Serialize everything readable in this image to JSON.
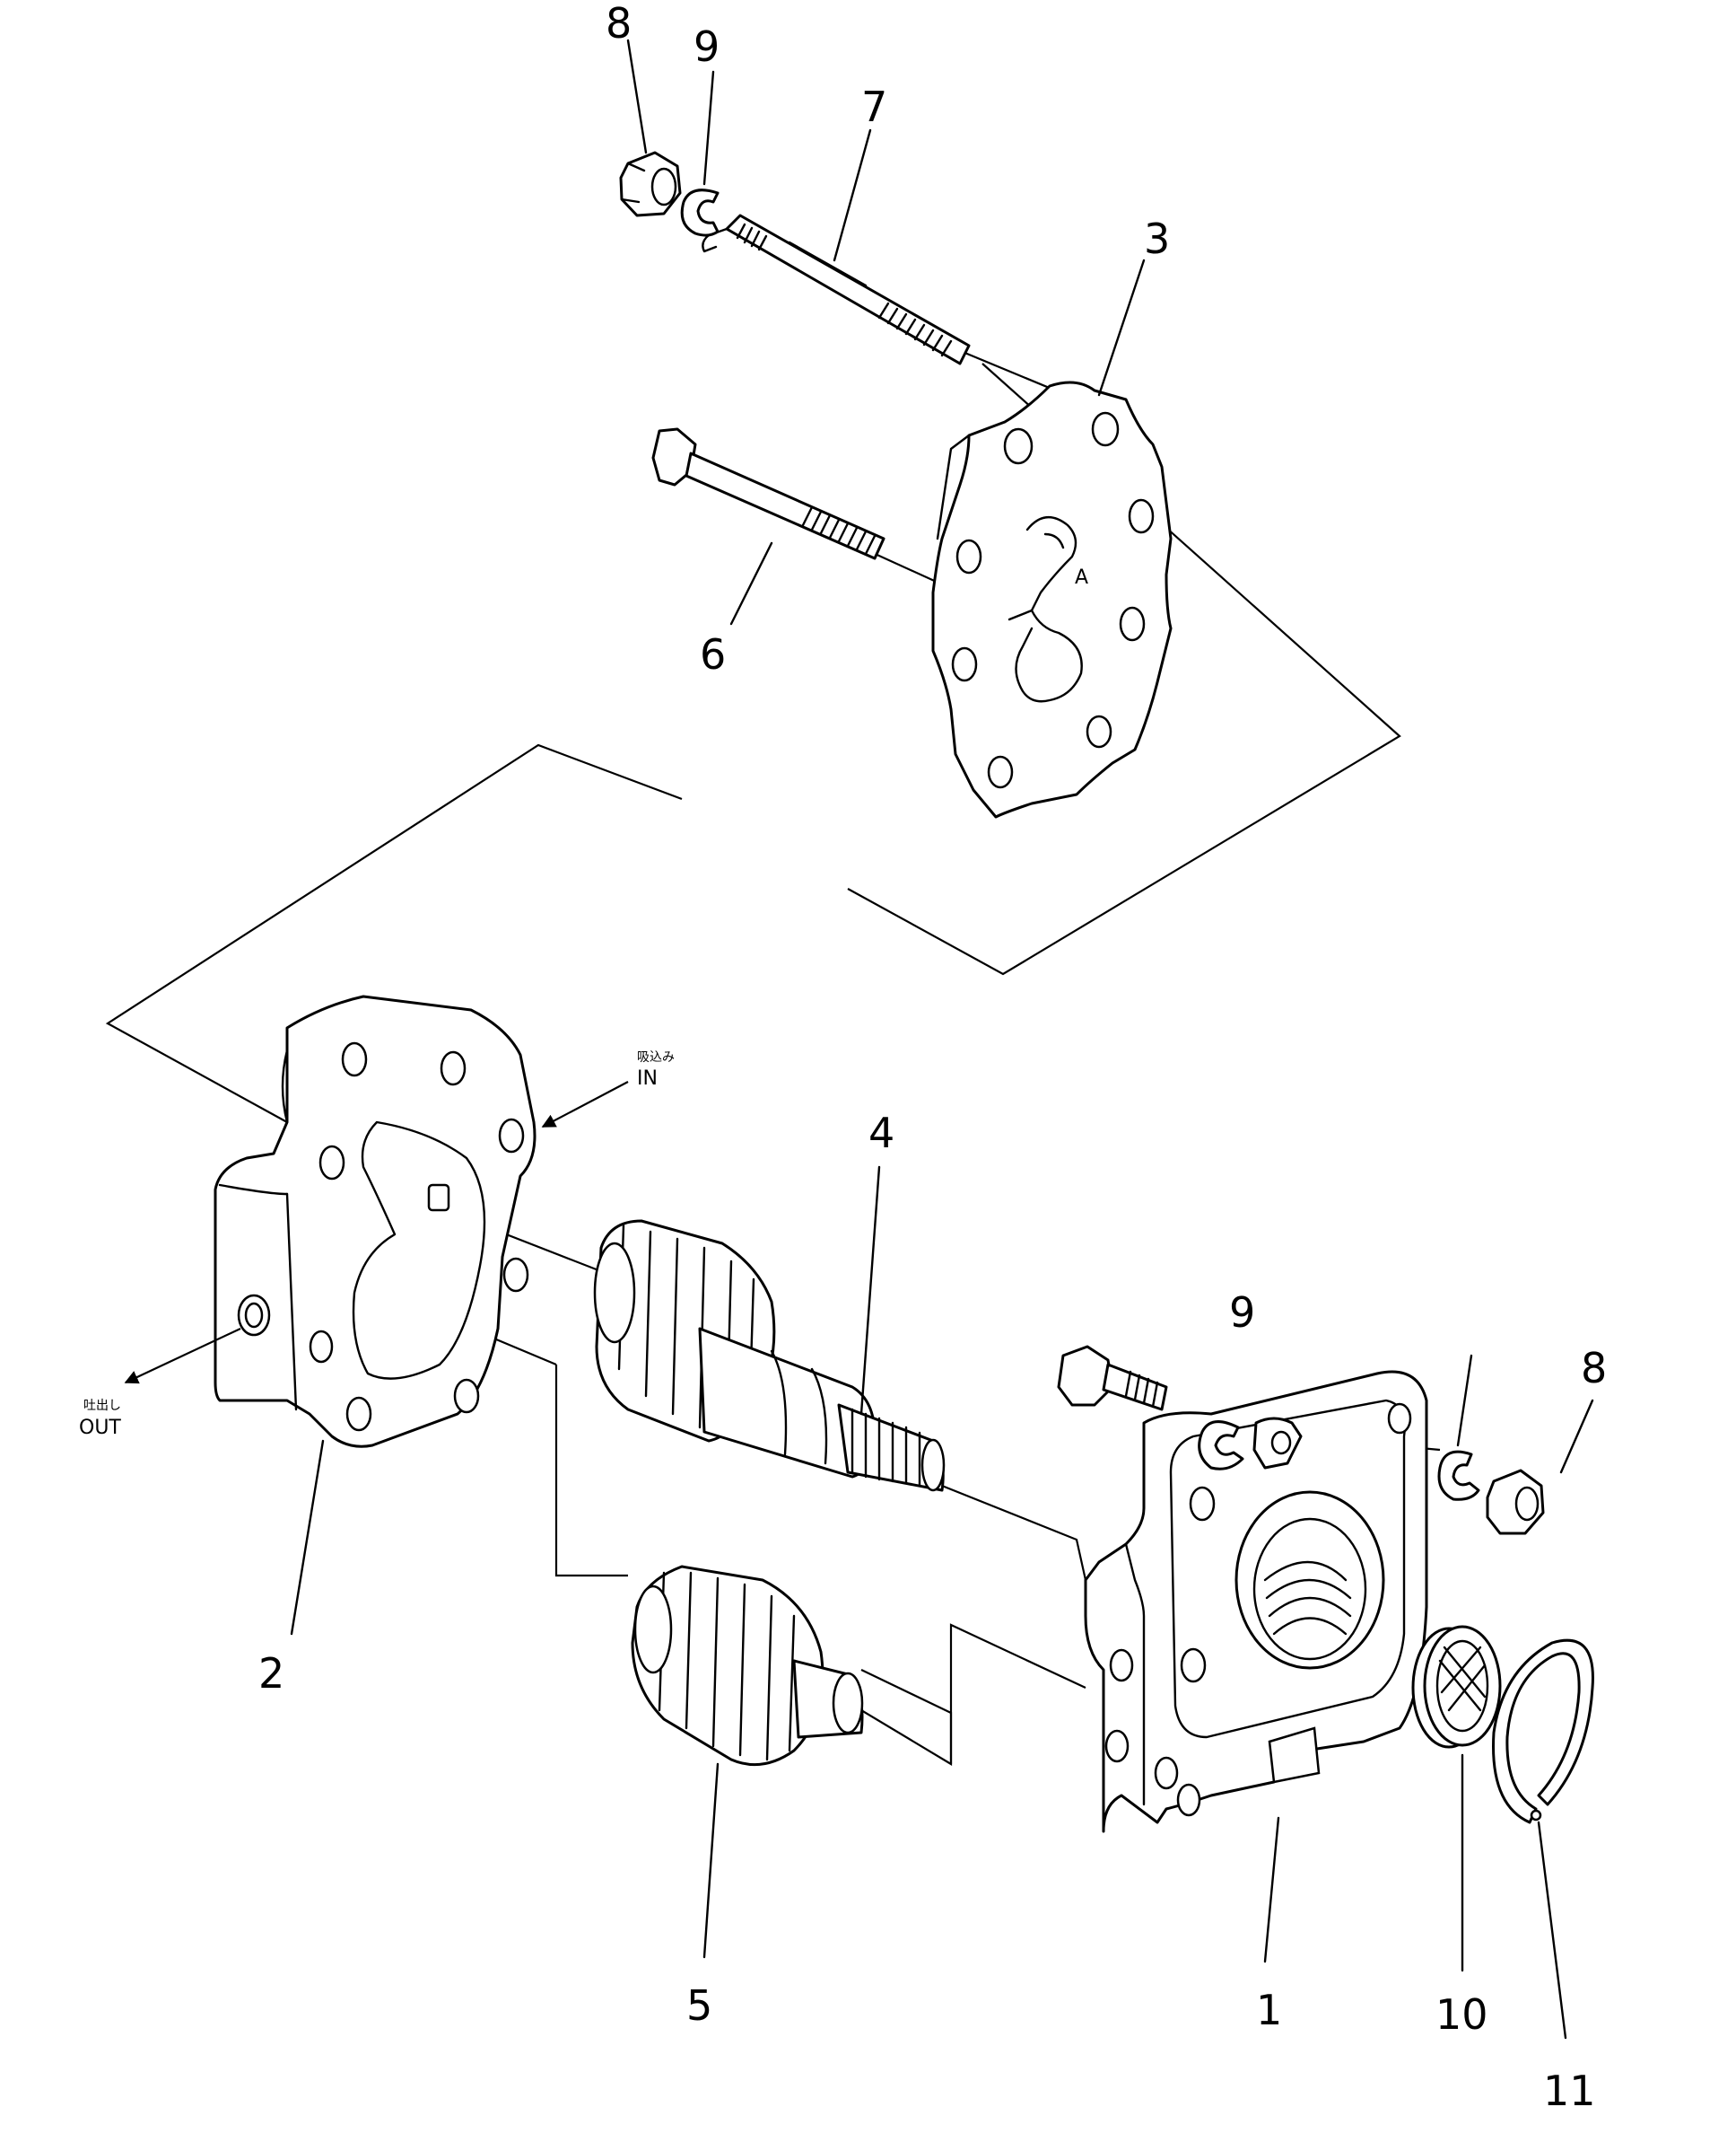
{
  "callouts": {
    "c1": "1",
    "c2": "2",
    "c3": "3",
    "c4": "4",
    "c5": "5",
    "c6": "6",
    "c7": "7",
    "c8_top": "8",
    "c9_top": "9",
    "c8_right": "8",
    "c9_right": "9",
    "c10": "10",
    "c11": "11"
  },
  "ports": {
    "in_label": "IN",
    "in_jp": "吸込み",
    "out_label": "OUT",
    "out_jp": "吐出し"
  },
  "plate_mark": "A"
}
